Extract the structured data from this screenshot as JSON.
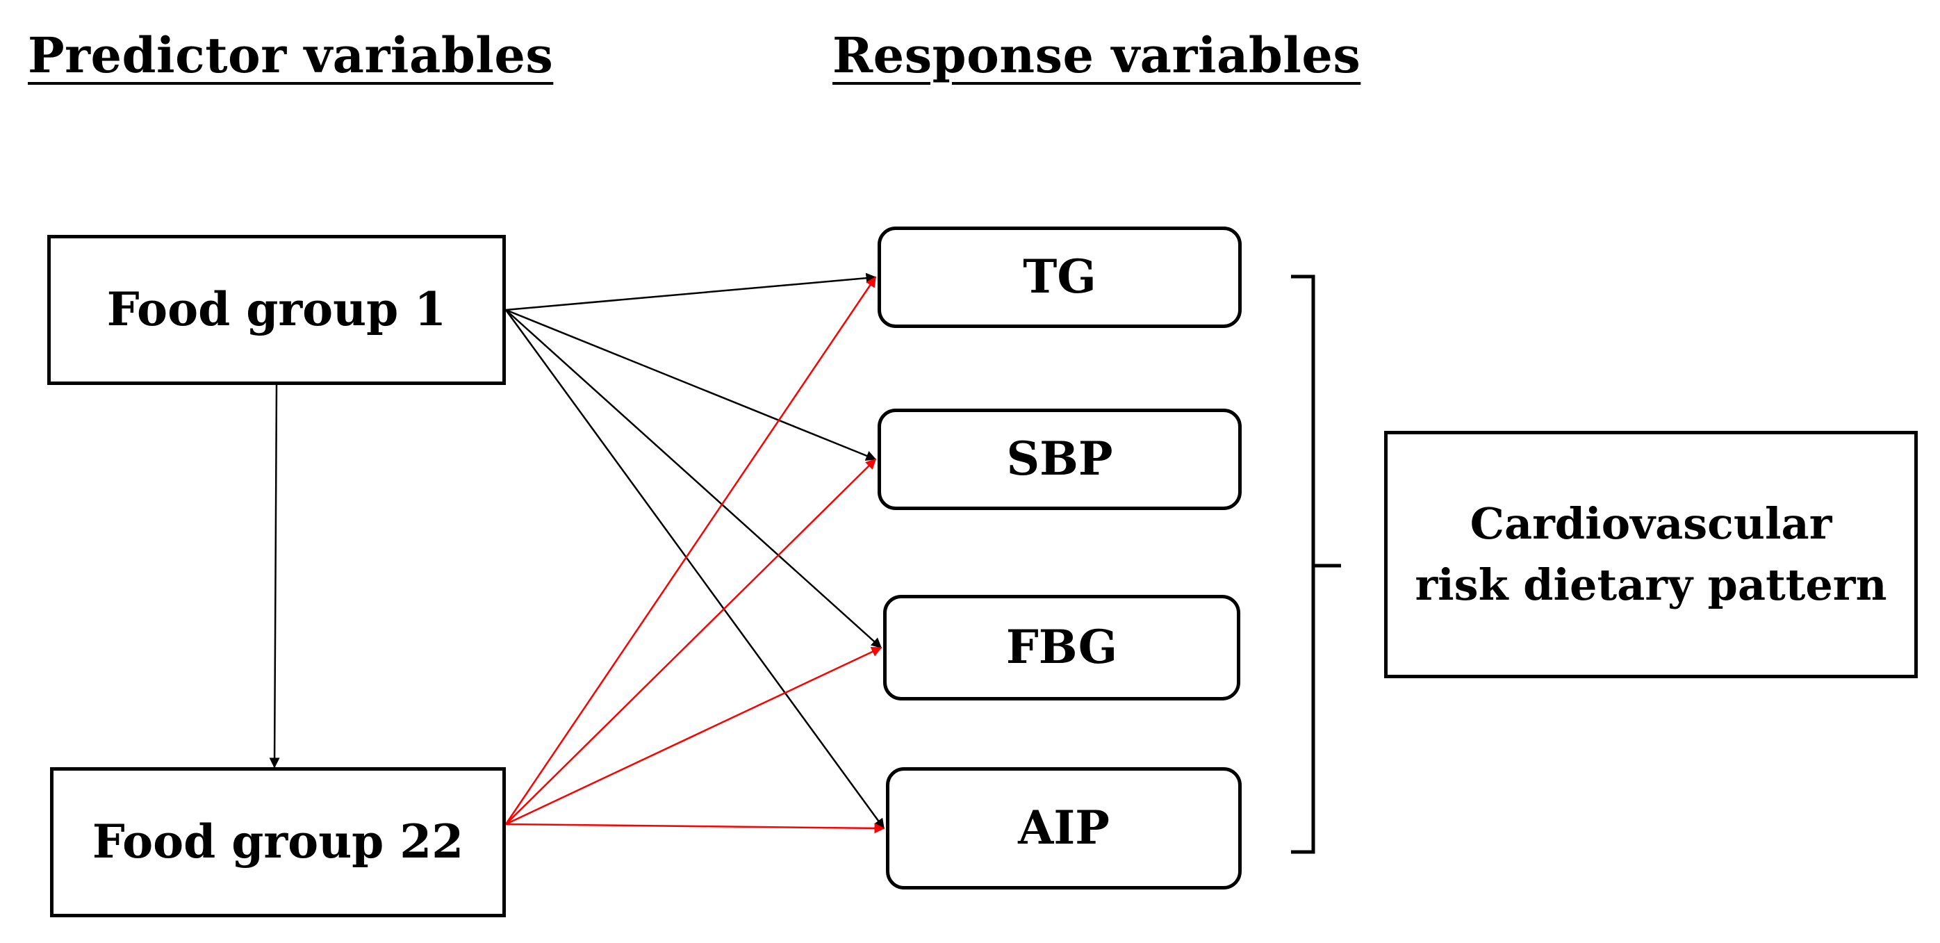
{
  "headings": {
    "predictor": "Predictor variables",
    "response": "Response variables"
  },
  "predictors": [
    {
      "id": "food-1",
      "label": "Food group 1"
    },
    {
      "id": "food-22",
      "label": "Food group 22"
    }
  ],
  "responses": [
    {
      "id": "tg",
      "label": "TG"
    },
    {
      "id": "sbp",
      "label": "SBP"
    },
    {
      "id": "fbg",
      "label": "FBG"
    },
    {
      "id": "aip",
      "label": "AIP"
    }
  ],
  "outcome": {
    "label": "Cardiovascular\nrisk dietary pattern"
  },
  "edges": [
    {
      "from": "food-1",
      "to": "tg",
      "color": "black"
    },
    {
      "from": "food-1",
      "to": "sbp",
      "color": "black"
    },
    {
      "from": "food-1",
      "to": "fbg",
      "color": "black"
    },
    {
      "from": "food-1",
      "to": "aip",
      "color": "black"
    },
    {
      "from": "food-1",
      "to": "food-22",
      "color": "black"
    },
    {
      "from": "food-22",
      "to": "tg",
      "color": "red"
    },
    {
      "from": "food-22",
      "to": "sbp",
      "color": "red"
    },
    {
      "from": "food-22",
      "to": "fbg",
      "color": "red"
    },
    {
      "from": "food-22",
      "to": "aip",
      "color": "red"
    }
  ],
  "colors": {
    "black": "#000000",
    "red": "#ff0000"
  }
}
